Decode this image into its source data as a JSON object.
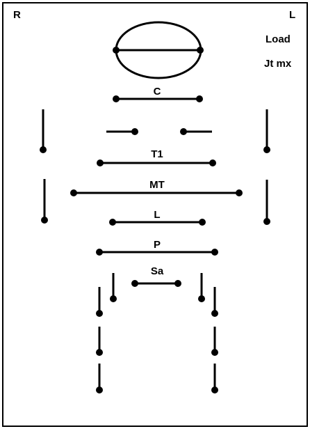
{
  "corners": {
    "right_side": "R",
    "left_side": "L"
  },
  "legend": {
    "load": "Load",
    "joint_max": "Jt mx"
  },
  "segments": {
    "cervical": "C",
    "thoracic_upper": "T1",
    "mid_thoracic": "MT",
    "lumbar": "L",
    "pelvis": "P",
    "sacrum": "Sa"
  }
}
